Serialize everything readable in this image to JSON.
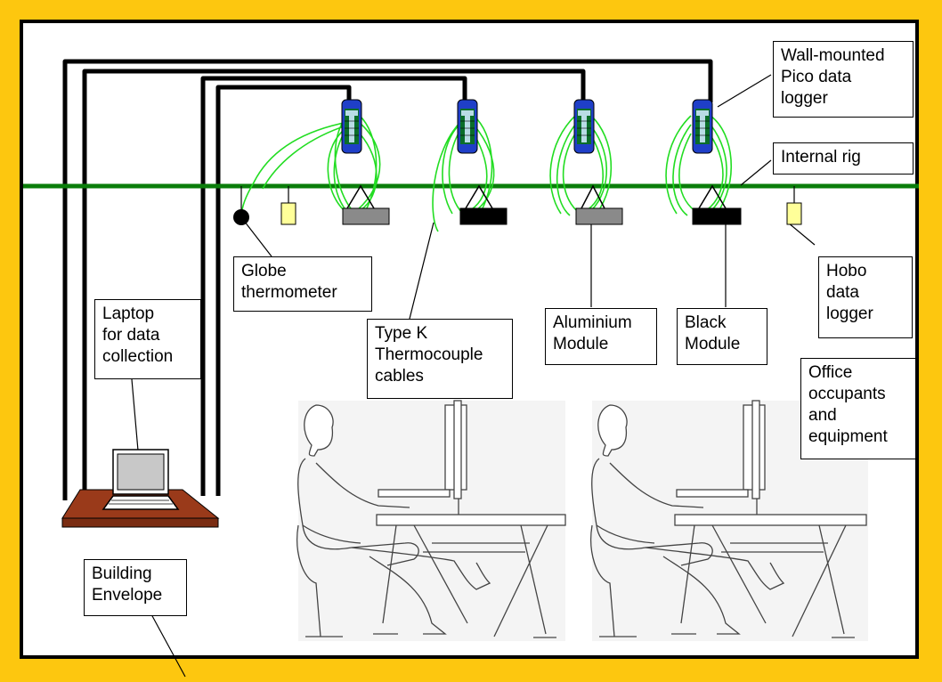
{
  "colors": {
    "frame": "#fdc70f",
    "rig": "#0a7d0a",
    "thermocouple": "#22dd22",
    "logger_body": "#1f3fc8",
    "logger_center": "#b9dce6",
    "aluminium_module": "#8a8a8a",
    "black_module": "#000000",
    "hobo": "#ffff99",
    "desk": "#9a3a1a"
  },
  "labels": {
    "pico_logger": [
      "Wall-mounted",
      "Pico data",
      "logger"
    ],
    "internal_rig": [
      "Internal rig"
    ],
    "globe": [
      "Globe",
      "thermometer"
    ],
    "hobo": [
      "Hobo",
      "data",
      "logger"
    ],
    "laptop": [
      "Laptop",
      "for data",
      "collection"
    ],
    "thermocouple": [
      "Type K",
      "Thermocouple",
      "cables"
    ],
    "aluminium": [
      "Aluminium",
      "Module"
    ],
    "black": [
      "Black",
      "Module"
    ],
    "occupants": [
      "Office",
      "occupants",
      "and",
      "equipment"
    ],
    "envelope": [
      "Building",
      "Envelope"
    ]
  },
  "icons": {
    "pico_logger": "data-logger-icon",
    "globe": "globe-thermometer-icon",
    "hobo": "hobo-logger-icon",
    "laptop": "laptop-icon",
    "module": "module-icon",
    "occupant": "seated-person-icon"
  }
}
